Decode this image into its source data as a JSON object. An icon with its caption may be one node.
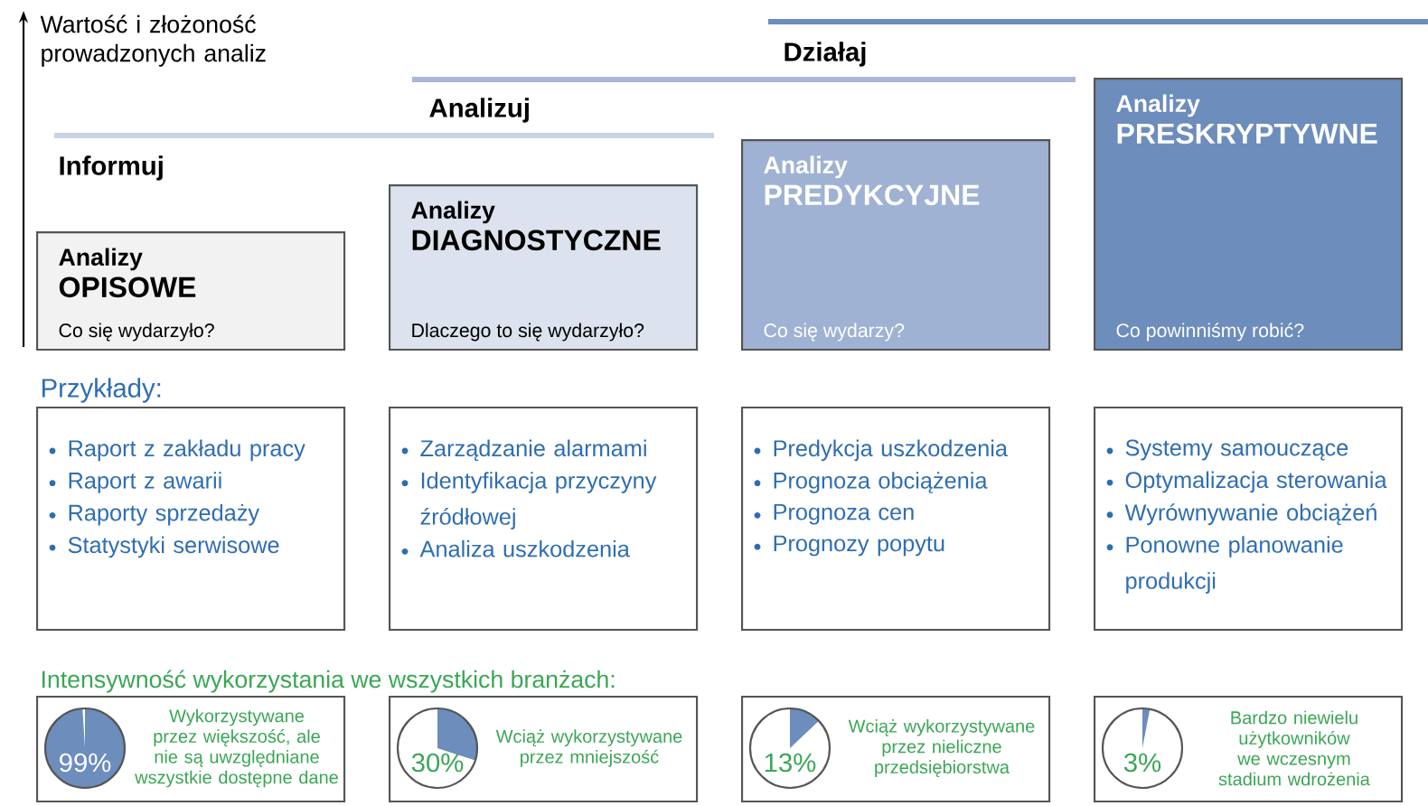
{
  "diagram": {
    "nodes": [
      {
        "text": [
          "Analizy",
          "OPISOWE",
          "Co się wydarzyło?"
        ]
      },
      {
        "text": [
          "Analizy",
          "DIAGNOSTYCZNE",
          "Dlaczego to się wydarzyło?"
        ]
      },
      {
        "text": [
          "Analizy",
          "PREDYKCYJNE",
          "Co się wydarzy?"
        ]
      },
      {
        "text": [
          "Analizy",
          "PRESKRYPTYWNE",
          "Co powinniśmy robić?"
        ]
      },
      {
        "text": [
          "Raport z zakładu pracy",
          "Raport z awarii",
          "Raporty sprzedaży",
          "Statystyki serwisowe"
        ]
      },
      {
        "text": [
          "Zarządzanie alarmami",
          "Identyfikacja przyczyny źródłowej",
          "Analiza uszkodzenia"
        ]
      },
      {
        "text": [
          "Predykcja uszkodzenia",
          "Prognoza obciążenia",
          "Prognoza cen",
          "Prognozy popytu"
        ]
      },
      {
        "text": [
          "Systemy samouczące",
          "Optymalizacja sterowania",
          "Wyrównywanie obciążeń",
          "Ponowne planowanie produkcji"
        ]
      },
      {
        "text": [
          "99%",
          "Wykorzystywane przez większość, ale nie są uwzględniane wszystkie dostępne dane"
        ]
      },
      {
        "text": [
          "30%",
          "Wciąż wykorzystywane przez mniejszość"
        ]
      },
      {
        "text": [
          "13%",
          "Wciąż wykorzystywane przez nieliczne przedsiębiorstwa"
        ]
      },
      {
        "text": [
          "3%",
          "Bardzo niewielu użytkowników we wczesnym stadium wdrożenia"
        ]
      }
    ],
    "labels": [
      "Wartość i złożoność prowadzonych analiz",
      "Działaj",
      "Analizuj",
      "Informuj",
      "Przykłady:",
      "Intensywność wykorzystania we wszystkich branżach:"
    ]
  }
}
